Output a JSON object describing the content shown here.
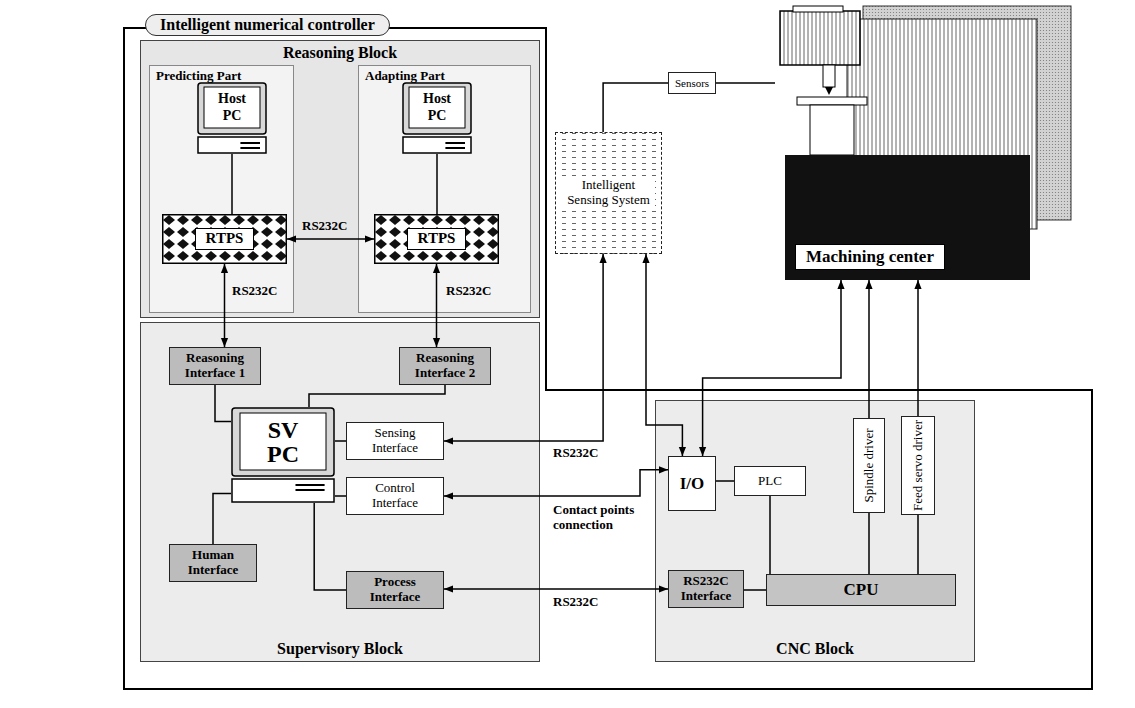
{
  "diagram": {
    "nodes": [
      {
        "text": [
          "Intelligent numerical controller"
        ]
      },
      {
        "text": [
          "Reasoning Block"
        ],
        "in": 0
      },
      {
        "text": [
          "Predicting Part"
        ],
        "in": 1
      },
      {
        "text": [
          "Host PC"
        ],
        "in": 2
      },
      {
        "text": [
          "RTPS"
        ],
        "in": 2
      },
      {
        "text": [
          "Adapting Part"
        ],
        "in": 1
      },
      {
        "text": [
          "Host PC"
        ],
        "in": 5
      },
      {
        "text": [
          "RTPS"
        ],
        "in": 5
      },
      {
        "text": [
          "Supervisory Block"
        ],
        "in": 0
      },
      {
        "text": [
          "Reasoning Interface 1"
        ],
        "in": 8
      },
      {
        "text": [
          "Reasoning Interface 2"
        ],
        "in": 8
      },
      {
        "text": [
          "SV PC"
        ],
        "in": 8
      },
      {
        "text": [
          "Sensing Interface"
        ],
        "in": 8
      },
      {
        "text": [
          "Control Interface"
        ],
        "in": 8
      },
      {
        "text": [
          "Human Interface"
        ],
        "in": 8
      },
      {
        "text": [
          "Process Interface"
        ],
        "in": 8
      },
      {
        "text": [
          "Intelligent Sensing System"
        ]
      },
      {
        "text": [
          "Sensors"
        ]
      },
      {
        "text": [
          "Machining center"
        ]
      },
      {
        "text": [
          "CNC Block"
        ],
        "in": 0
      },
      {
        "text": [
          "I/O"
        ],
        "in": 19
      },
      {
        "text": [
          "PLC"
        ],
        "in": 19
      },
      {
        "text": [
          "Spindle driver"
        ],
        "in": 19
      },
      {
        "text": [
          "Feed servo driver"
        ],
        "in": 19
      },
      {
        "text": [
          "RS232C Interface"
        ],
        "in": 19
      },
      {
        "text": [
          "CPU"
        ],
        "in": 19
      }
    ],
    "edges": [
      {
        "from": 4,
        "to": 7,
        "label": "RS232C",
        "arrow": "both"
      },
      {
        "from": 4,
        "to": 9,
        "label": "RS232C",
        "arrow": "both"
      },
      {
        "from": 7,
        "to": 10,
        "label": "RS232C",
        "arrow": "both"
      },
      {
        "from": 3,
        "to": 4,
        "arrow": "none"
      },
      {
        "from": 6,
        "to": 7,
        "arrow": "none"
      },
      {
        "from": 9,
        "to": 11,
        "arrow": "none"
      },
      {
        "from": 10,
        "to": 11,
        "arrow": "none"
      },
      {
        "from": 11,
        "to": 12,
        "arrow": "none"
      },
      {
        "from": 11,
        "to": 13,
        "arrow": "none"
      },
      {
        "from": 11,
        "to": 14,
        "arrow": "none"
      },
      {
        "from": 11,
        "to": 15,
        "arrow": "none"
      },
      {
        "from": 12,
        "to": 16,
        "label": "RS232C",
        "arrow": "both"
      },
      {
        "from": 13,
        "to": 20,
        "label": "Contact points connection",
        "arrow": "both"
      },
      {
        "from": 15,
        "to": 24,
        "label": "RS232C",
        "arrow": "both"
      },
      {
        "from": 16,
        "to": 20,
        "arrow": "both"
      },
      {
        "from": 18,
        "to": 20,
        "arrow": "both"
      },
      {
        "from": 17,
        "to": 16,
        "arrow": "none"
      },
      {
        "from": 17,
        "to": 18,
        "arrow": "none"
      },
      {
        "from": 20,
        "to": 21,
        "arrow": "none"
      },
      {
        "from": 21,
        "to": 25,
        "arrow": "none"
      },
      {
        "from": 24,
        "to": 25,
        "arrow": "none"
      },
      {
        "from": 22,
        "to": 18,
        "arrow": "to"
      },
      {
        "from": 23,
        "to": 18,
        "arrow": "to"
      },
      {
        "from": 22,
        "to": 25,
        "arrow": "none"
      },
      {
        "from": 23,
        "to": 25,
        "arrow": "none"
      }
    ]
  }
}
